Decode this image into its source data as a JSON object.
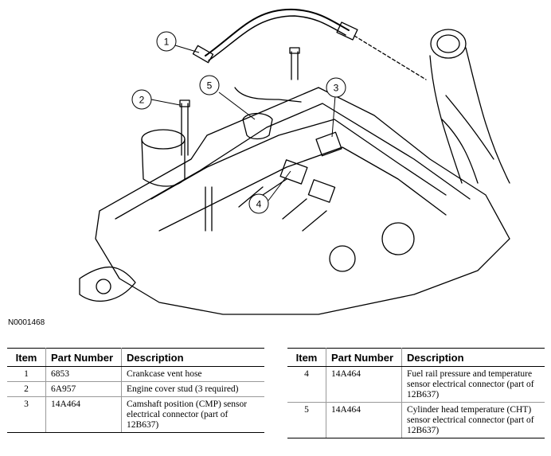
{
  "figure_id": "N0001468",
  "callouts": [
    "1",
    "2",
    "3",
    "4",
    "5"
  ],
  "table": {
    "headers": {
      "item": "Item",
      "part_number": "Part Number",
      "description": "Description"
    },
    "left_rows": [
      {
        "item": "1",
        "part_number": "6853",
        "description": "Crankcase vent hose"
      },
      {
        "item": "2",
        "part_number": "6A957",
        "description": "Engine cover stud (3 required)"
      },
      {
        "item": "3",
        "part_number": "14A464",
        "description": "Camshaft position (CMP) sensor electrical connector (part of 12B637)"
      }
    ],
    "right_rows": [
      {
        "item": "4",
        "part_number": "14A464",
        "description": "Fuel rail pressure and temperature sensor electrical connector (part of 12B637)"
      },
      {
        "item": "5",
        "part_number": "14A464",
        "description": "Cylinder head temperature (CHT) sensor electrical connector (part of 12B637)"
      }
    ]
  }
}
